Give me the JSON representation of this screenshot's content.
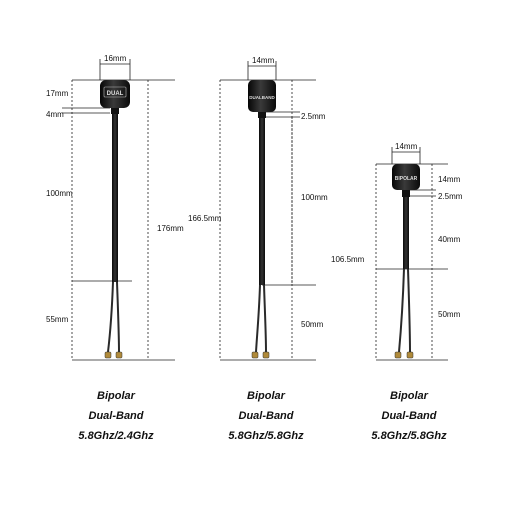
{
  "antennas": [
    {
      "cap_text": "DUAL",
      "dims": {
        "width": "16mm",
        "cap": "17mm",
        "neck": "4mm",
        "stem": "100mm",
        "total": "176mm",
        "cable": "55mm"
      },
      "caption": {
        "line1": "Bipolar",
        "line2": "Dual-Band",
        "line3": "5.8Ghz/2.4Ghz"
      }
    },
    {
      "cap_text": "DUALBAND",
      "dims": {
        "width": "14mm",
        "neck": "2.5mm",
        "total": "166.5mm",
        "stem": "100mm",
        "cable": "50mm"
      },
      "caption": {
        "line1": "Bipolar",
        "line2": "Dual-Band",
        "line3": "5.8Ghz/5.8Ghz"
      }
    },
    {
      "cap_text": "BIPOLAR",
      "dims": {
        "width": "14mm",
        "cap": "14mm",
        "neck": "2.5mm",
        "stem": "40mm",
        "total": "106.5mm",
        "cable": "50mm"
      },
      "caption": {
        "line1": "Bipolar",
        "line2": "Dual-Band",
        "line3": "5.8Ghz/5.8Ghz"
      }
    }
  ],
  "colors": {
    "antenna": "#1b1b1b",
    "cable": "#2a2a2a",
    "line": "#222222",
    "connector": "#b08a3a"
  }
}
